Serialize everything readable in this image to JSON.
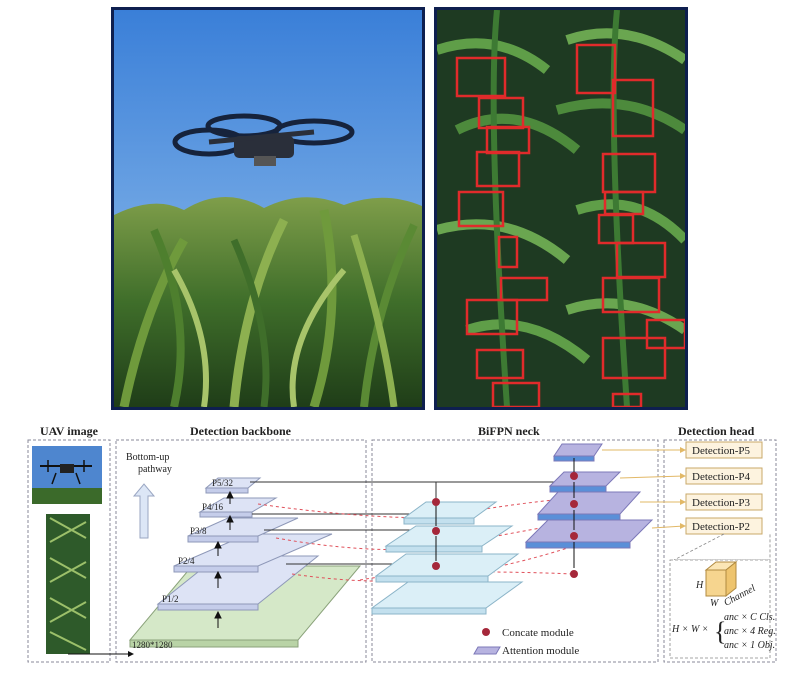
{
  "sections": {
    "uav_image": "UAV image",
    "backbone": "Detection backbone",
    "neck": "BiFPN neck",
    "head": "Detection head"
  },
  "pathway_label": [
    "Bottom-up",
    "pathway"
  ],
  "input_size": "1280*1280",
  "pyramid_levels": [
    "P1/2",
    "P2/4",
    "P3/8",
    "P4/16",
    "P5/32"
  ],
  "detection_outputs": [
    "Detection-P5",
    "Detection-P4",
    "Detection-P3",
    "Detection-P2"
  ],
  "legend": {
    "concat": "Concate module",
    "attention": "Attention module"
  },
  "tensor_axes": {
    "h": "H",
    "w": "W",
    "channel": "Channel"
  },
  "output_formula": {
    "prefix": "H × W ×",
    "cls": "anc × C  Cls.",
    "reg": "anc × 4  Reg.",
    "obj": "anc × 1  Obj."
  },
  "colors": {
    "frame": "#0e1f4f",
    "backbone_layer": "#dde3f5",
    "input_layer": "#d5e8c8",
    "neck_layer": "#dbeff7",
    "attention_layer": "#b7b3e0",
    "concat_node": "#a5273a",
    "detection_box": "#fdf3df",
    "dashed_link": "#e0505a"
  }
}
